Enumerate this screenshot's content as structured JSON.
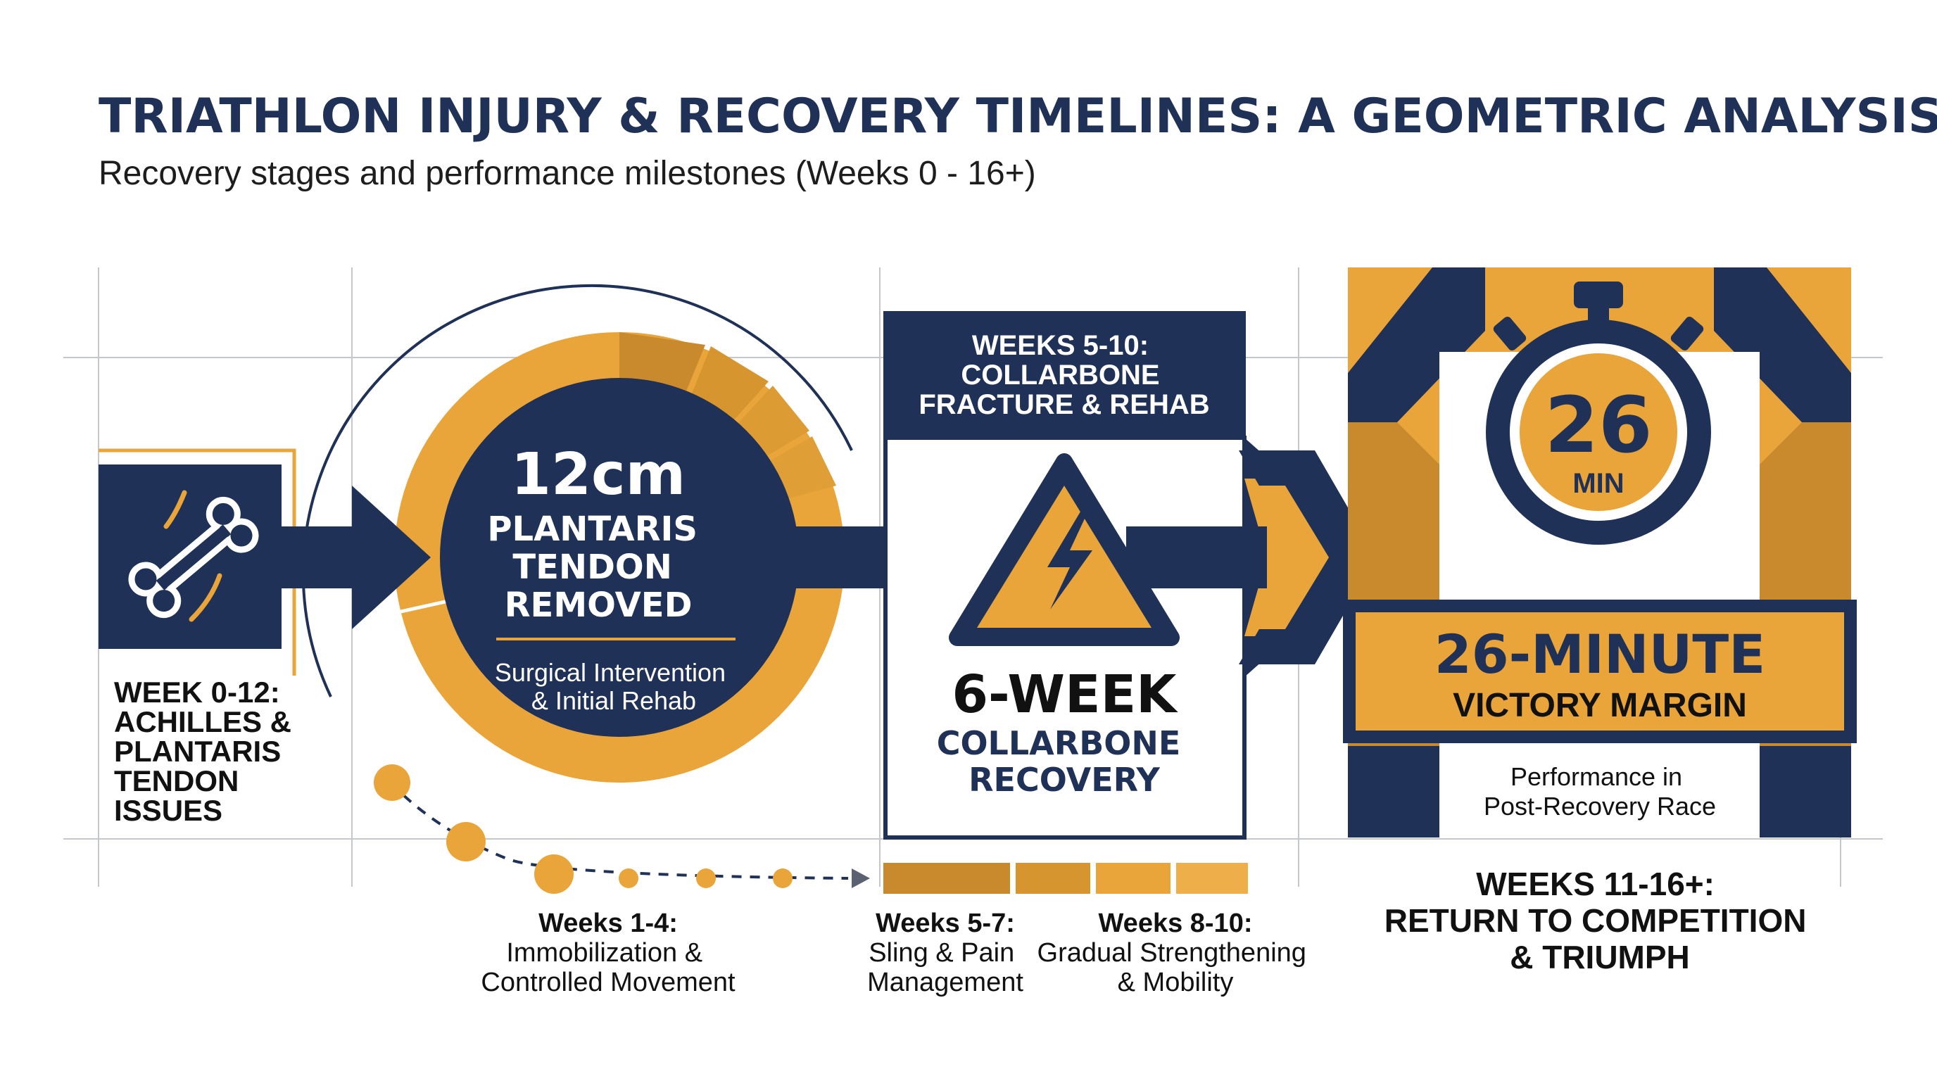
{
  "header": {
    "title": "TRIATHLON INJURY & RECOVERY TIMELINES: A GEOMETRIC ANALYSIS",
    "subtitle": "Recovery stages and performance milestones (Weeks 0 - 16+)"
  },
  "colors": {
    "navy": "#1f3157",
    "gold": "#e9a43a",
    "gold_dark": "#c98a2e",
    "grid": "#c4c7cc",
    "text": "#111111"
  },
  "stage1": {
    "icon": "bone-icon",
    "label_lines": [
      "WEEK 0-12:",
      "ACHILLES &",
      "PLANTARIS",
      "TENDON",
      "ISSUES"
    ]
  },
  "stage2": {
    "measure": "12cm",
    "title_lines": [
      "PLANTARIS",
      "TENDON",
      "REMOVED"
    ],
    "desc_lines": [
      "Surgical Intervention",
      "& Initial Rehab"
    ],
    "phase_label": "Weeks 1-4:",
    "phase_desc_lines": [
      "Immobilization &",
      "Controlled Movement"
    ]
  },
  "stage3": {
    "header_lines": [
      "WEEKS 5-10:",
      "COLLARBONE",
      "FRACTURE & REHAB"
    ],
    "icon": "electric-hazard-icon",
    "big": "6-WEEK",
    "sub_lines": [
      "COLLARBONE",
      "RECOVERY"
    ],
    "phase_a_label": "Weeks 5-7:",
    "phase_a_desc_lines": [
      "Sling & Pain",
      "Management"
    ],
    "phase_b_label": "Weeks 8-10:",
    "phase_b_desc_lines": [
      "Gradual Strengthening",
      "& Mobility"
    ]
  },
  "stage4": {
    "icon": "stopwatch-icon",
    "timer_value": "26",
    "timer_unit": "MIN",
    "banner_big": "26-MINUTE",
    "banner_sub": "VICTORY MARGIN",
    "desc_lines": [
      "Performance in",
      "Post-Recovery Race"
    ],
    "footer_lines": [
      "WEEKS 11-16+:",
      "RETURN TO COMPETITION",
      "& TRIUMPH"
    ]
  }
}
